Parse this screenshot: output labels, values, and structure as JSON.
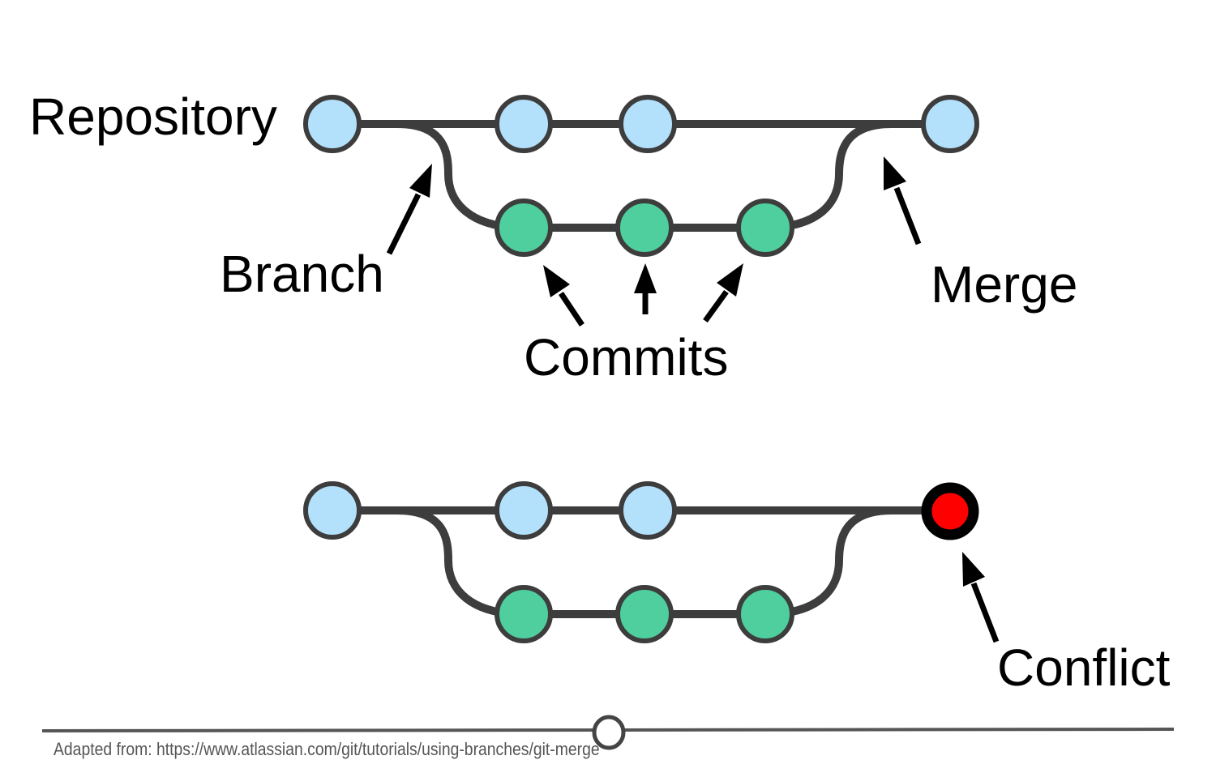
{
  "labels": {
    "repository": "Repository",
    "branch": "Branch",
    "commits": "Commits",
    "merge": "Merge",
    "conflict": "Conflict"
  },
  "caption": "Adapted from: https://www.atlassian.com/git/tutorials/using-branches/git-merge",
  "colors": {
    "main_commit": "#b3e0fb",
    "branch_commit": "#4ecf9d",
    "line": "#3d3d3d",
    "conflict_fill": "#ff0000",
    "conflict_ring": "#000000"
  },
  "diagrams": [
    {
      "name": "merge-diagram",
      "main_commits": 4,
      "branch_commits": 3,
      "result": "merge"
    },
    {
      "name": "conflict-diagram",
      "main_commits": 4,
      "branch_commits": 3,
      "result": "conflict"
    }
  ],
  "slider": {
    "value": 0.5
  }
}
